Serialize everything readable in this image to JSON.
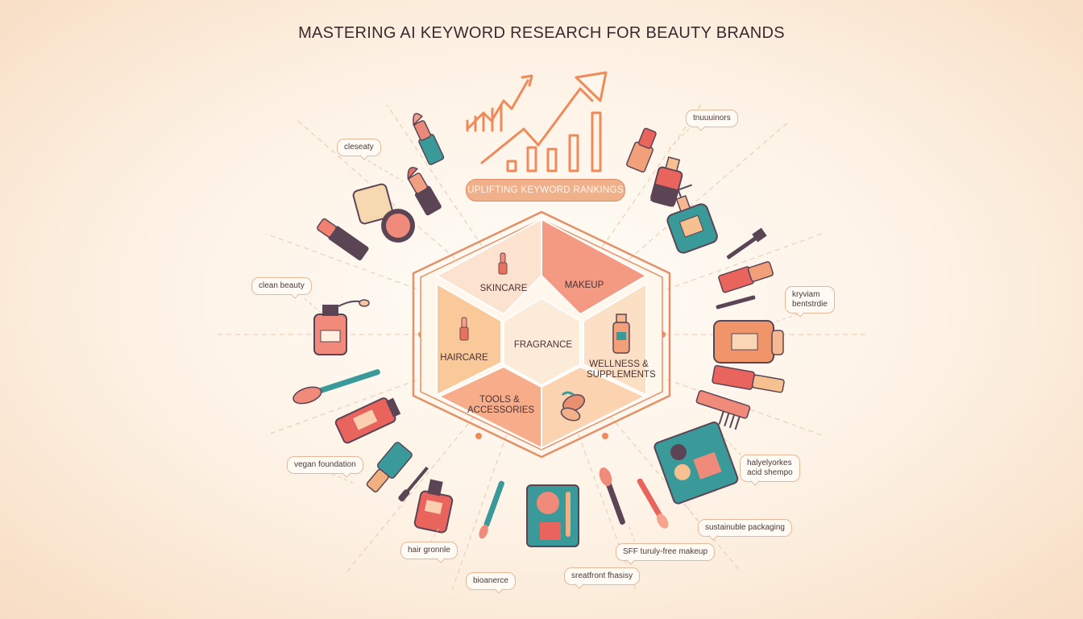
{
  "title": "MASTERING AI KEYWORD RESEARCH FOR BEAUTY BRANDS",
  "badge": "UPLIFTING KEYWORD RANKINGS",
  "segments": {
    "skincare": "SKINCARE",
    "makeup": "MAKEUP",
    "haircare": "HAIRCARE",
    "fragrance": "FRAGRANCE",
    "wellness_line1": "WELLNESS &",
    "wellness_line2": "SUPPLEMENTS",
    "tools_line1": "TOOLS &",
    "tools_line2": "ACCESSORIES"
  },
  "bubbles": {
    "top_left": "cleseaty",
    "top_right": "tnuuuinors",
    "clean_beauty": "clean beauty",
    "right_mid_line1": "kryviam",
    "right_mid_line2": "bentstrdie",
    "vegan": "vegan foundation",
    "hair": "hair gronnle",
    "bottom_left": "bioanerce",
    "bottom_right_line1": "halyelyorkes",
    "bottom_right_line2": "acid shempo",
    "sustainable": "sustainuble packaging",
    "cruelty": "SFF turuly-free makeup",
    "sreatfront": "sreatfront fhasisy"
  },
  "colors": {
    "accent": "#ef8a5a",
    "hex_outline": "#e68f66",
    "teal": "#3a9a9a",
    "coral": "#f08a7a",
    "plum": "#5b4555"
  }
}
